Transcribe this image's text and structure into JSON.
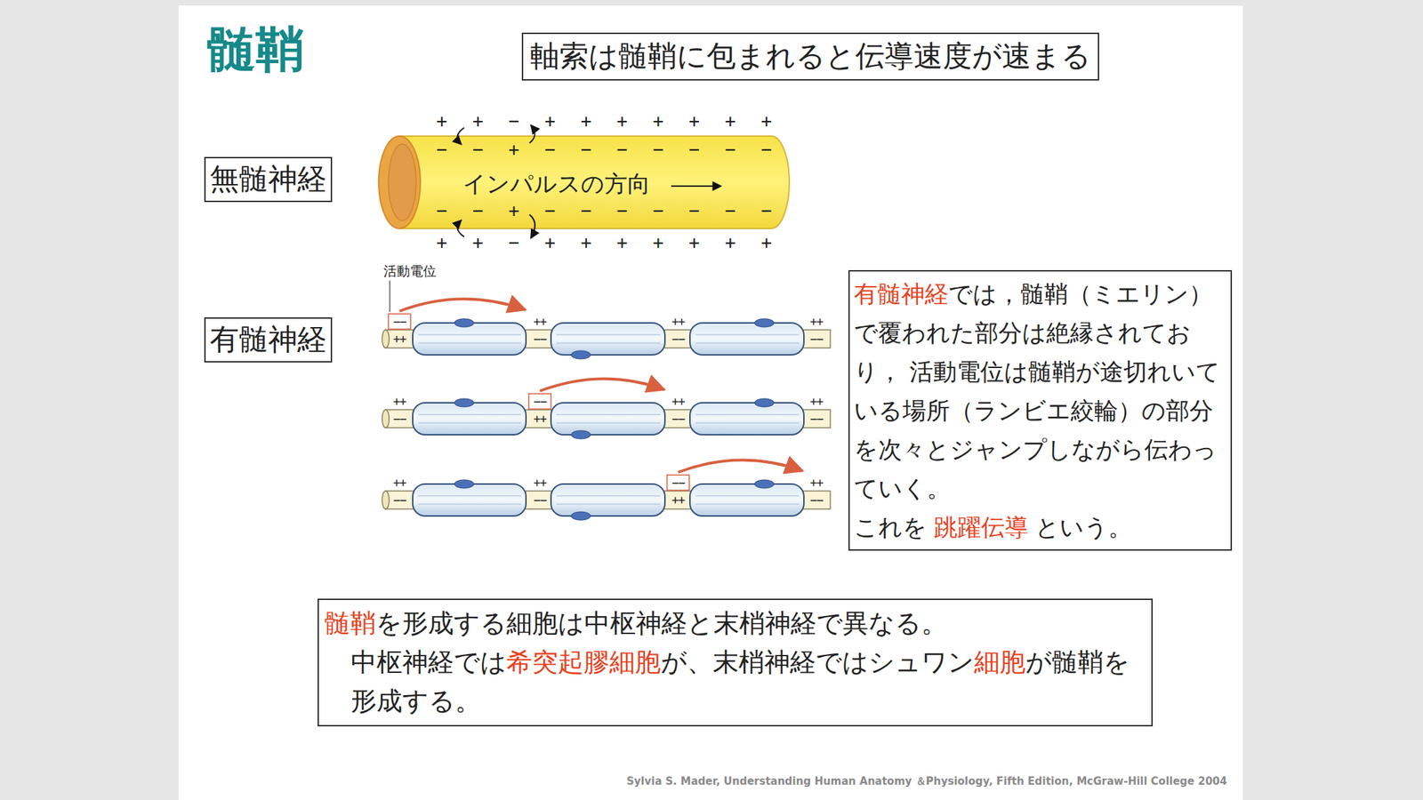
{
  "diagram": {
    "title": "髄鞘",
    "nodes": [
      {
        "text": [
          "軸索は髄鞘に包まれると伝導速度が速まる"
        ]
      },
      {
        "text": [
          "無髄神経"
        ]
      },
      {
        "text": [
          "有髄神経"
        ]
      },
      {
        "text": [
          "有髄神経",
          "では，髄鞘（ミエリン）で覆われた部分は絶縁されており， 活動電位は髄鞘が途切れいている場所（ランビエ絞輪）の部分を次々とジャンプしながら伝わっていく。",
          "これを",
          "跳躍伝導",
          "という。"
        ]
      },
      {
        "text": [
          "髄鞘",
          "を形成する細胞は中枢神経と末梢神経で異なる。",
          "中枢神経では",
          "希突起膠細胞",
          "が、末梢神経ではシュワン",
          "細胞",
          "が髄鞘を形成する。"
        ]
      }
    ],
    "labels": [
      "+ + − + + + + + + +",
      "− − + − − − − − − −",
      "− − + − − − − − − −",
      "+ + − + + + + + + +",
      "インパルスの方向",
      "活動電位",
      "−−",
      "++",
      "++",
      "−−",
      "++",
      "−−",
      "++",
      "−−",
      "++",
      "−−",
      "−−",
      "++",
      "++",
      "−−",
      "++",
      "−−",
      "++",
      "−−",
      "++",
      "−−",
      "−−",
      "++",
      "++",
      "−−",
      "Sylvia S. Mader, Understanding Human Anatomy ＆Physiology, Fifth Edition, McGraw-Hill College 2004"
    ]
  }
}
